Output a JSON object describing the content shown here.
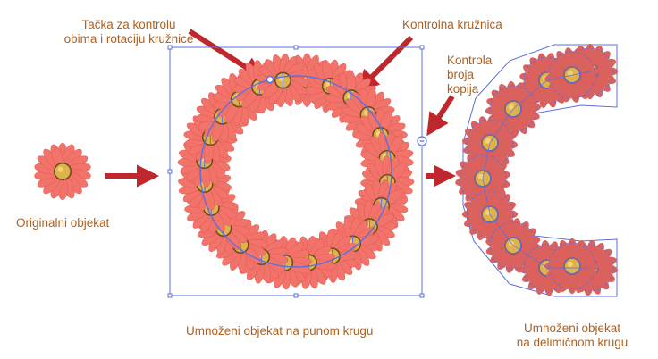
{
  "labels": {
    "handle": "Tačka za kontrolu\nobima i rotaciju kružnice",
    "control_circle": "Kontrolna kružnica",
    "copies_control": "Kontrola\nbroja\nkopija",
    "original": "Originalni objekat",
    "full_circle": "Umnoženi objekat na punom krugu",
    "partial_circle": "Umnoženi objekat\nna delimičnom krugu"
  },
  "colors": {
    "label_text": "#b0601e",
    "arrow": "#c0272d",
    "guide": "#5b6fe0",
    "petal": "#f1736a",
    "petal_edge": "#e35a55",
    "petal_partial": "#d9625e",
    "flower_center": "#e0b24a",
    "flower_center_dark": "#6b4d1f"
  },
  "wreath": {
    "flower_count": 24,
    "petal_count": 16
  },
  "partial": {
    "flower_count": 11,
    "petal_count": 16,
    "arc_degrees": 180
  }
}
